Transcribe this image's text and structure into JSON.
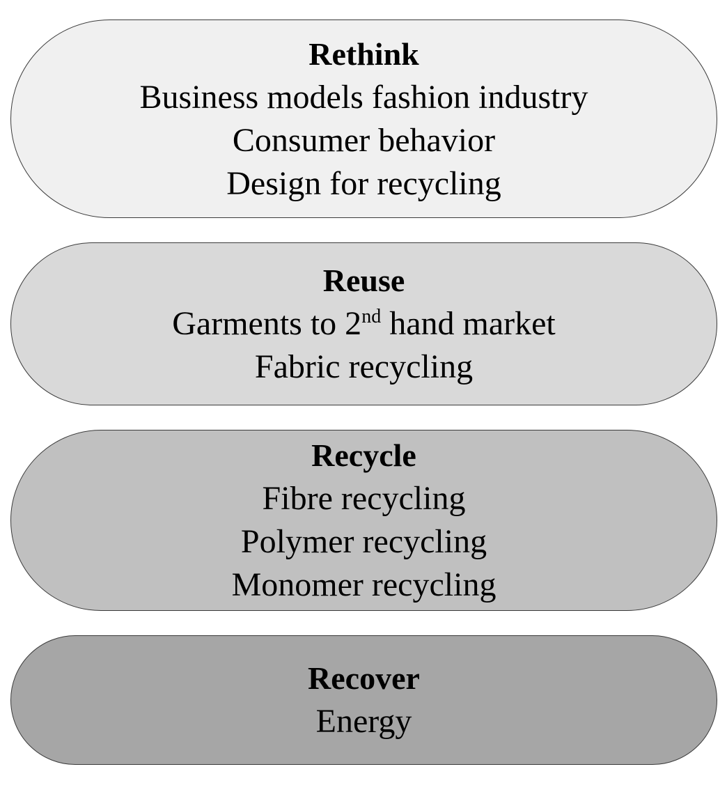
{
  "stages": [
    {
      "title": "Rethink",
      "color": "#f0f0f0",
      "items": [
        "Business models fashion industry",
        "Consumer behavior",
        "Design for recycling"
      ]
    },
    {
      "title": "Reuse",
      "color": "#d9d9d9",
      "items": [
        {
          "prefix": "Garments to 2",
          "superscript": "nd",
          "suffix": " hand market"
        },
        "Fabric recycling"
      ]
    },
    {
      "title": "Recycle",
      "color": "#c0c0c0",
      "items": [
        "Fibre recycling",
        "Polymer recycling",
        "Monomer recycling"
      ]
    },
    {
      "title": "Recover",
      "color": "#a6a6a6",
      "items": [
        "Energy"
      ]
    }
  ]
}
